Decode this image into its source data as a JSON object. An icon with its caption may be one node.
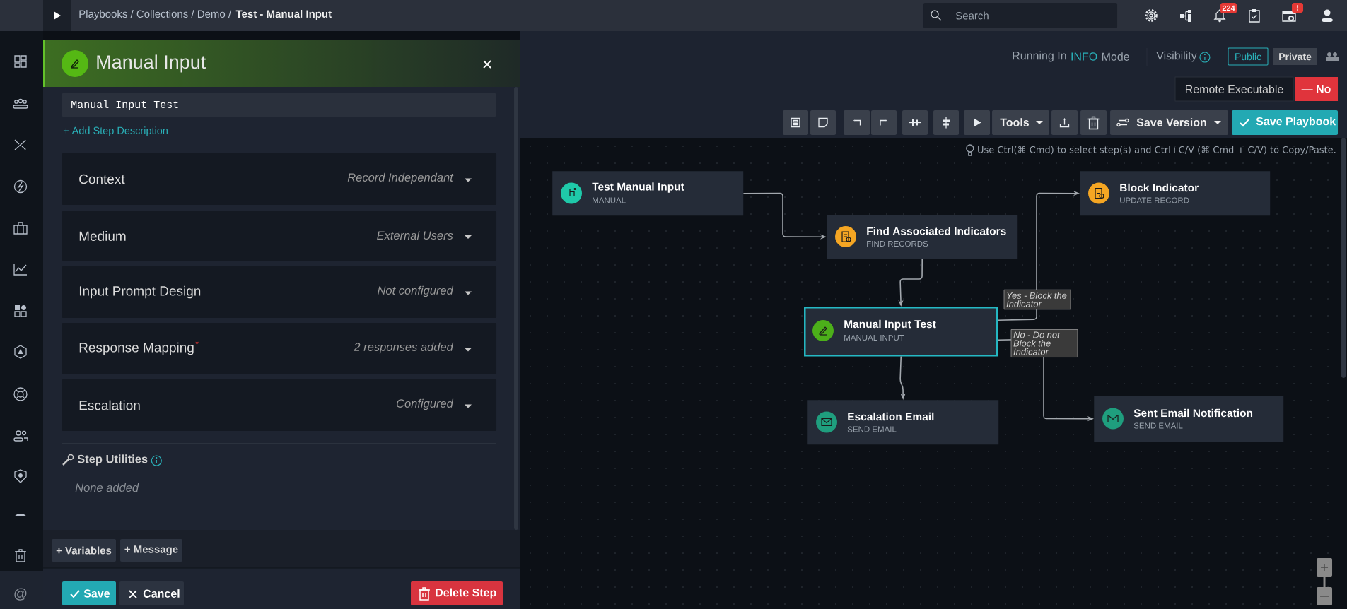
{
  "diagram": {
    "nodes": [
      {
        "text": [
          "Test Manual Input",
          "MANUAL"
        ]
      },
      {
        "text": [
          "Block Indicator",
          "UPDATE RECORD"
        ]
      },
      {
        "text": [
          "Find Associated Indicators",
          "FIND RECORDS"
        ]
      },
      {
        "text": [
          "Manual Input Test",
          "MANUAL INPUT"
        ]
      },
      {
        "text": [
          "Escalation Email",
          "SEND EMAIL"
        ]
      },
      {
        "text": [
          "Sent Email Notification",
          "SEND EMAIL"
        ]
      }
    ],
    "edges": [
      {
        "from": 0,
        "to": 2,
        "arrow": "to"
      },
      {
        "from": 2,
        "to": 3,
        "arrow": "to"
      },
      {
        "from": 3,
        "to": 1,
        "arrow": "to",
        "label": "Yes - Block the Indicator"
      },
      {
        "from": 3,
        "to": 4,
        "arrow": "to"
      },
      {
        "from": 3,
        "to": 5,
        "arrow": "to",
        "label": "No - Do not Block the Indicator"
      }
    ],
    "labels": [
      "Playbooks / Collections / Demo /",
      "Test - Manual Input",
      "Search",
      "224",
      "!",
      "Manual Input",
      "Manual Input Test",
      "+ Add Step Description",
      "Context",
      "Record Independant",
      "Medium",
      "External Users",
      "Input Prompt Design",
      "Not configured",
      "Response Mapping",
      "*",
      "2 responses added",
      "Escalation",
      "Configured",
      "Step Utilities",
      "None added",
      "+ Variables",
      "+ Message",
      "Save",
      "Cancel",
      "Delete Step",
      "Running In",
      "INFO",
      "Mode",
      "Visibility",
      "Public",
      "Private",
      "Remote Executable",
      "— No",
      "Tools",
      "Save Version",
      "Save Playbook",
      "Use Ctrl(⌘ Cmd) to select step(s) and Ctrl+C/V (⌘ Cmd + C/V) to Copy/Paste.",
      "@"
    ]
  }
}
